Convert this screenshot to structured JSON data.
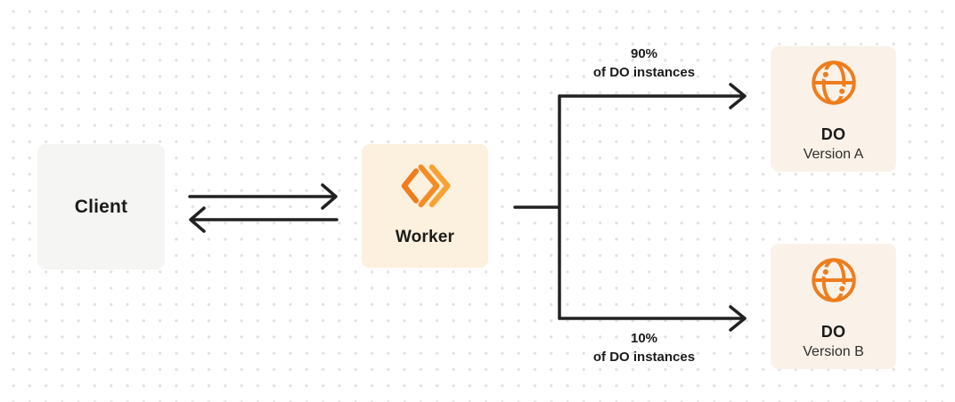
{
  "colors": {
    "orange": "#EE7D1E",
    "orange-mid": "#F28D25",
    "orange-light": "#F7A233",
    "line": "#212121",
    "text": "#1B1B1B",
    "subtext": "#2E2E2E",
    "client-bg": "#F5F5F4",
    "worker-bg": "#FCF0DE",
    "do-bg": "#FAF2E8",
    "dot": "#E3E1DE"
  },
  "nodes": {
    "client": {
      "label": "Client"
    },
    "worker": {
      "label": "Worker",
      "icon": "workers-chevrons-icon"
    },
    "do_version_a": {
      "title": "DO",
      "subtitle": "Version A",
      "icon": "globe-icon"
    },
    "do_version_b": {
      "title": "DO",
      "subtitle": "Version B",
      "icon": "globe-icon"
    }
  },
  "edges": {
    "client_worker": {
      "type": "bidirectional-arrows"
    },
    "top_branch": {
      "percent": "90%",
      "caption": "of DO instances"
    },
    "bottom_branch": {
      "percent": "10%",
      "caption": "of DO instances"
    }
  }
}
